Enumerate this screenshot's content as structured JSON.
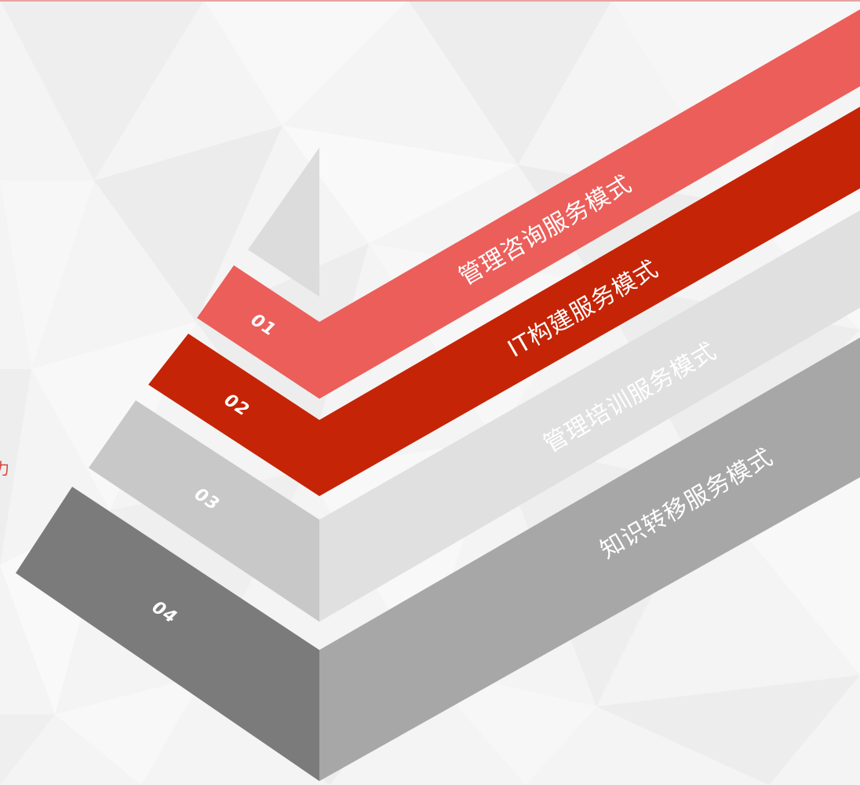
{
  "levels": [
    {
      "number": "01",
      "label": "管理咨询服务模式"
    },
    {
      "number": "02",
      "label": "IT构建服务模式"
    },
    {
      "number": "03",
      "label": "管理培训服务模式"
    },
    {
      "number": "04",
      "label": "知识转移服务模式"
    }
  ],
  "edge_text": "力",
  "colors": {
    "level1": "#ec5e5a",
    "level2": "#c52406",
    "level3_band": "#e0e0e0",
    "level4_band": "#a7a7a7",
    "apex": "#dcdcdc",
    "edge_text": "#d9453e"
  }
}
